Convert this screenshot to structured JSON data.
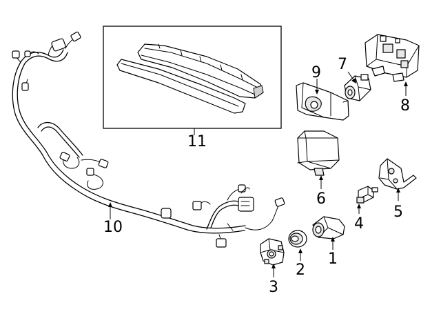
{
  "labels": {
    "p1": "1",
    "p2": "2",
    "p3": "3",
    "p4": "4",
    "p5": "5",
    "p6": "6",
    "p7": "7",
    "p8": "8",
    "p9": "9",
    "p10": "10",
    "p11": "11"
  }
}
